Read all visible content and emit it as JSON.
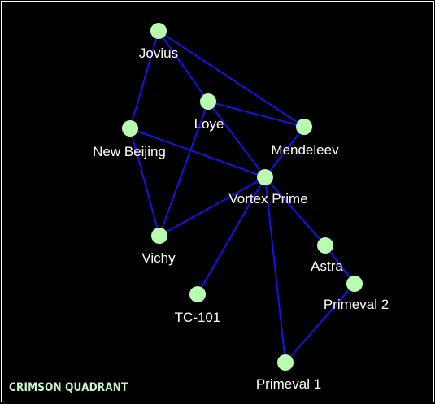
{
  "quadrant": {
    "name": "CRIMSON QUADRANT",
    "name_color": "#c8f5c8"
  },
  "colors": {
    "background": "#000000",
    "border": "#ffffff",
    "lane": "#1414e6",
    "planet": "#b9fbb0",
    "label": "#ffffff"
  },
  "planets": [
    {
      "id": "jovius",
      "label": "Jovius"
    },
    {
      "id": "loye",
      "label": "Loye"
    },
    {
      "id": "new-beijing",
      "label": "New Beijing"
    },
    {
      "id": "mendeleev",
      "label": "Mendeleev"
    },
    {
      "id": "vortex-prime",
      "label": "Vortex Prime"
    },
    {
      "id": "vichy",
      "label": "Vichy"
    },
    {
      "id": "astra",
      "label": "Astra"
    },
    {
      "id": "tc-101",
      "label": "TC-101"
    },
    {
      "id": "primeval-2",
      "label": "Primeval 2"
    },
    {
      "id": "primeval-1",
      "label": "Primeval 1"
    }
  ],
  "lanes": [
    [
      "jovius",
      "loye"
    ],
    [
      "jovius",
      "new-beijing"
    ],
    [
      "jovius",
      "mendeleev"
    ],
    [
      "loye",
      "mendeleev"
    ],
    [
      "loye",
      "vortex-prime"
    ],
    [
      "loye",
      "vichy"
    ],
    [
      "new-beijing",
      "vortex-prime"
    ],
    [
      "new-beijing",
      "vichy"
    ],
    [
      "mendeleev",
      "vortex-prime"
    ],
    [
      "vortex-prime",
      "vichy"
    ],
    [
      "vortex-prime",
      "tc-101"
    ],
    [
      "vortex-prime",
      "astra"
    ],
    [
      "vortex-prime",
      "primeval-1"
    ],
    [
      "astra",
      "primeval-2"
    ],
    [
      "primeval-2",
      "primeval-1"
    ]
  ]
}
